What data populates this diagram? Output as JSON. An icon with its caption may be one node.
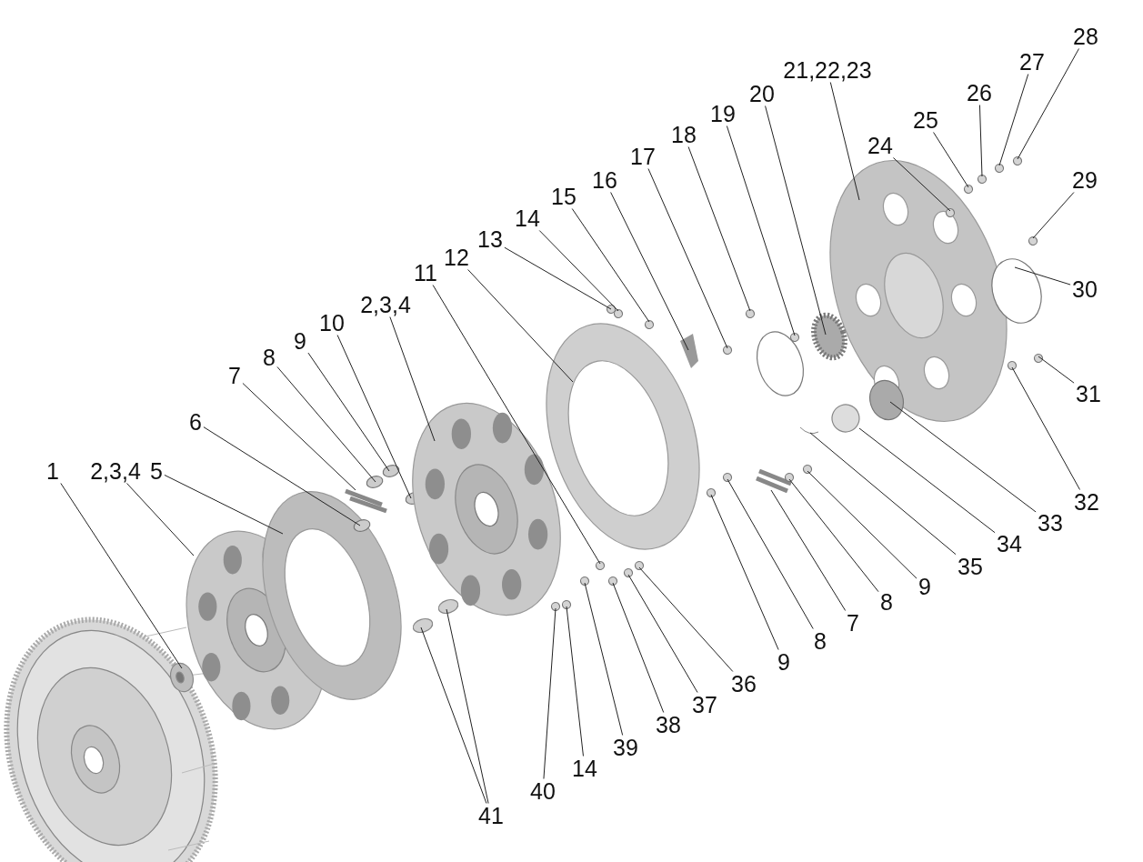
{
  "diagram": {
    "nodes": [
      {
        "text": [
          "1"
        ]
      },
      {
        "text": [
          "2,3,4"
        ]
      },
      {
        "text": [
          "5"
        ]
      },
      {
        "text": [
          "6"
        ]
      },
      {
        "text": [
          "7"
        ]
      },
      {
        "text": [
          "8"
        ]
      },
      {
        "text": [
          "9"
        ]
      },
      {
        "text": [
          "10"
        ]
      },
      {
        "text": [
          "2,3,4"
        ]
      },
      {
        "text": [
          "11"
        ]
      },
      {
        "text": [
          "12"
        ]
      },
      {
        "text": [
          "13"
        ]
      },
      {
        "text": [
          "14"
        ]
      },
      {
        "text": [
          "15"
        ]
      },
      {
        "text": [
          "16"
        ]
      },
      {
        "text": [
          "17"
        ]
      },
      {
        "text": [
          "18"
        ]
      },
      {
        "text": [
          "19"
        ]
      },
      {
        "text": [
          "20"
        ]
      },
      {
        "text": [
          "21,22,23"
        ]
      },
      {
        "text": [
          "24"
        ]
      },
      {
        "text": [
          "25"
        ]
      },
      {
        "text": [
          "26"
        ]
      },
      {
        "text": [
          "27"
        ]
      },
      {
        "text": [
          "28"
        ]
      },
      {
        "text": [
          "29"
        ]
      },
      {
        "text": [
          "30"
        ]
      },
      {
        "text": [
          "31"
        ]
      },
      {
        "text": [
          "32"
        ]
      },
      {
        "text": [
          "33"
        ]
      },
      {
        "text": [
          "34"
        ]
      },
      {
        "text": [
          "35"
        ]
      },
      {
        "text": [
          "9"
        ]
      },
      {
        "text": [
          "8"
        ]
      },
      {
        "text": [
          "7"
        ]
      },
      {
        "text": [
          "8"
        ]
      },
      {
        "text": [
          "9"
        ]
      },
      {
        "text": [
          "36"
        ]
      },
      {
        "text": [
          "37"
        ]
      },
      {
        "text": [
          "38"
        ]
      },
      {
        "text": [
          "39"
        ]
      },
      {
        "text": [
          "14"
        ]
      },
      {
        "text": [
          "40"
        ]
      },
      {
        "text": [
          "41"
        ]
      }
    ],
    "edges": [
      {
        "from": 0,
        "to": null,
        "arrow": "none"
      },
      {
        "from": 1,
        "to": null,
        "arrow": "none"
      },
      {
        "from": 2,
        "to": null,
        "arrow": "none"
      },
      {
        "from": 3,
        "to": null,
        "arrow": "none"
      },
      {
        "from": 4,
        "to": null,
        "arrow": "none"
      },
      {
        "from": 5,
        "to": null,
        "arrow": "none"
      },
      {
        "from": 6,
        "to": null,
        "arrow": "none"
      },
      {
        "from": 7,
        "to": null,
        "arrow": "none"
      },
      {
        "from": 8,
        "to": null,
        "arrow": "none"
      },
      {
        "from": 9,
        "to": null,
        "arrow": "none"
      },
      {
        "from": 10,
        "to": null,
        "arrow": "none"
      },
      {
        "from": 11,
        "to": null,
        "arrow": "none"
      },
      {
        "from": 12,
        "to": null,
        "arrow": "none"
      },
      {
        "from": 13,
        "to": null,
        "arrow": "none"
      },
      {
        "from": 14,
        "to": null,
        "arrow": "none"
      },
      {
        "from": 15,
        "to": null,
        "arrow": "none"
      },
      {
        "from": 16,
        "to": null,
        "arrow": "none"
      },
      {
        "from": 17,
        "to": null,
        "arrow": "none"
      },
      {
        "from": 18,
        "to": null,
        "arrow": "none"
      },
      {
        "from": 19,
        "to": null,
        "arrow": "none"
      },
      {
        "from": 20,
        "to": null,
        "arrow": "none"
      },
      {
        "from": 21,
        "to": null,
        "arrow": "none"
      },
      {
        "from": 22,
        "to": null,
        "arrow": "none"
      },
      {
        "from": 23,
        "to": null,
        "arrow": "none"
      },
      {
        "from": 24,
        "to": null,
        "arrow": "none"
      },
      {
        "from": 25,
        "to": null,
        "arrow": "none"
      },
      {
        "from": 26,
        "to": null,
        "arrow": "none"
      },
      {
        "from": 27,
        "to": null,
        "arrow": "none"
      },
      {
        "from": 28,
        "to": null,
        "arrow": "none"
      },
      {
        "from": 29,
        "to": null,
        "arrow": "none"
      },
      {
        "from": 30,
        "to": null,
        "arrow": "none"
      },
      {
        "from": 31,
        "to": null,
        "arrow": "none"
      },
      {
        "from": 32,
        "to": null,
        "arrow": "none"
      },
      {
        "from": 33,
        "to": null,
        "arrow": "none"
      },
      {
        "from": 34,
        "to": null,
        "arrow": "none"
      },
      {
        "from": 35,
        "to": null,
        "arrow": "none"
      },
      {
        "from": 36,
        "to": null,
        "arrow": "none"
      },
      {
        "from": 37,
        "to": null,
        "arrow": "none"
      },
      {
        "from": 38,
        "to": null,
        "arrow": "none"
      },
      {
        "from": 39,
        "to": null,
        "arrow": "none"
      },
      {
        "from": 40,
        "to": null,
        "arrow": "none"
      },
      {
        "from": 41,
        "to": null,
        "arrow": "none"
      },
      {
        "from": 42,
        "to": null,
        "arrow": "none"
      },
      {
        "from": 43,
        "to": null,
        "arrow": "none"
      },
      {
        "from": 43,
        "to": null,
        "arrow": "none"
      }
    ]
  }
}
